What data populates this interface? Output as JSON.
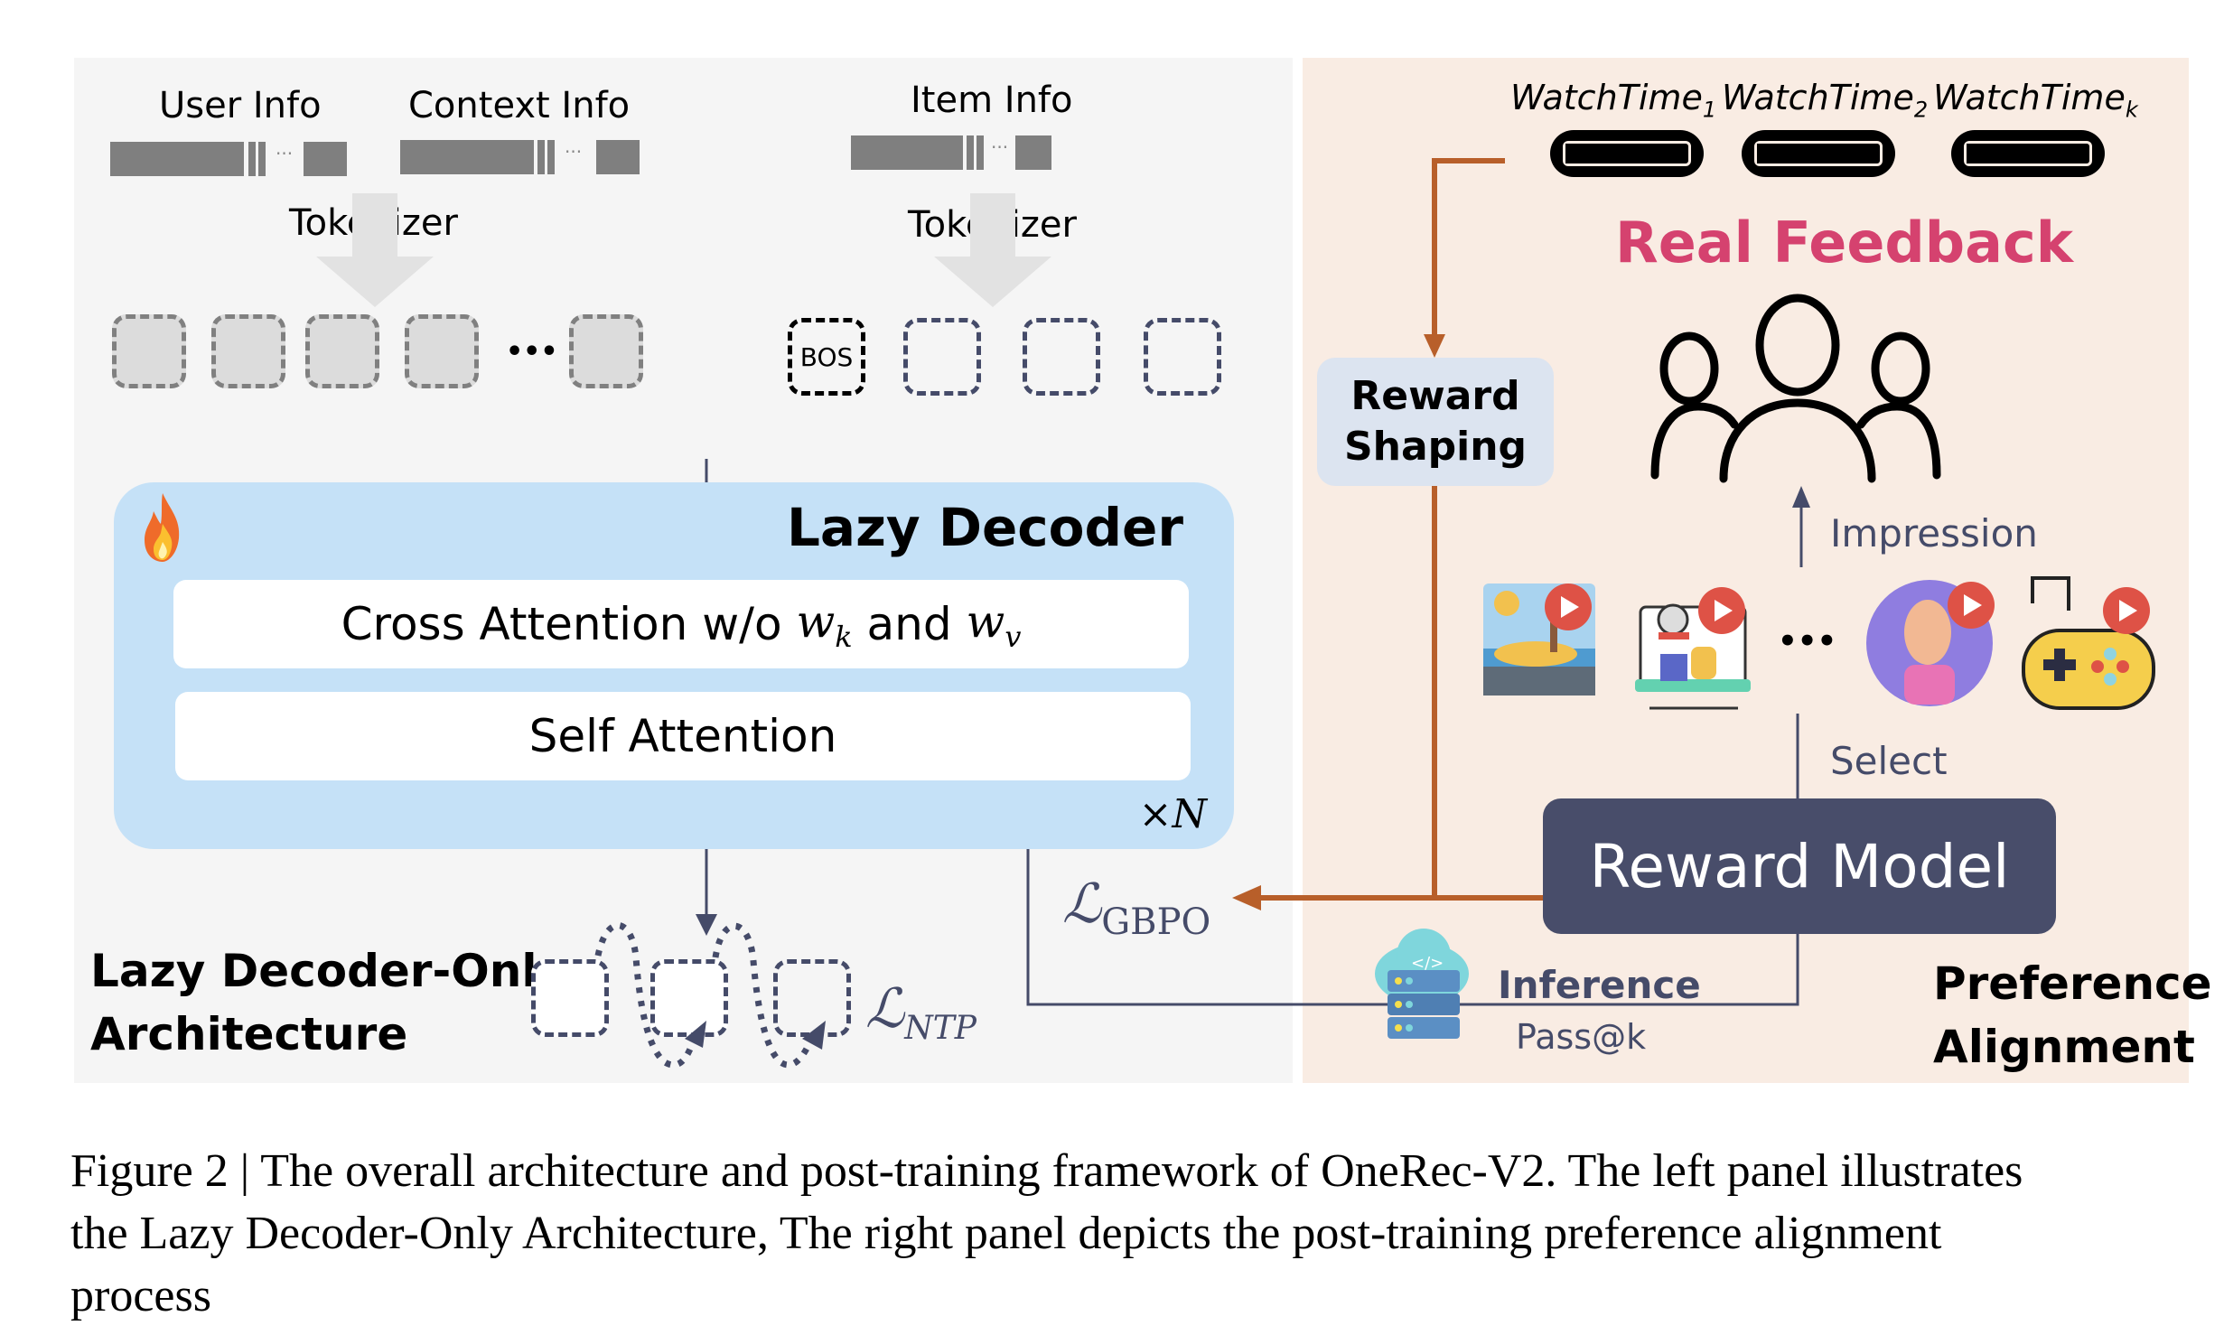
{
  "left_panel": {
    "inputs": {
      "user_info": "User Info",
      "context_info": "Context Info",
      "item_info": "Item Info",
      "tokenizer_1": "Tokenizer",
      "tokenizer_2": "Tokenizer",
      "ellipsis_small": "...",
      "ellipsis_tokens": "•••",
      "bos_token": "BOS"
    },
    "lazy_decoder": {
      "title": "Lazy Decoder",
      "cross_attention_prefix": "Cross Attention w/o ",
      "cross_attention_wk": "w",
      "cross_attention_wk_sub": "k",
      "cross_attention_and": " and ",
      "cross_attention_wv": "w",
      "cross_attention_wv_sub": "v",
      "self_attention": "Self Attention",
      "repeat": "×N",
      "icon": "fire-icon"
    },
    "architecture_label_line1": "Lazy Decoder-Only",
    "architecture_label_line2": "Architecture",
    "loss_ntp": "ℒ",
    "loss_ntp_sub": "NTP",
    "loss_gbpo": "ℒ",
    "loss_gbpo_sub": "GBPO"
  },
  "right_panel": {
    "watch_times": [
      {
        "label": "WatchTime",
        "sub": "1",
        "fill": 0.75
      },
      {
        "label": "WatchTime",
        "sub": "2",
        "fill": 0.45
      },
      {
        "label": "WatchTime",
        "sub": "k",
        "fill": 0.95
      }
    ],
    "real_feedback": "Real Feedback",
    "reward_shaping_line1": "Reward",
    "reward_shaping_line2": "Shaping",
    "impression": "Impression",
    "select": "Select",
    "items_ellipsis": "•••",
    "reward_model": "Reward Model",
    "inference": "Inference",
    "pass_at_k": "Pass@k",
    "title_line1": "Preference",
    "title_line2": "Alignment",
    "video_icons": [
      "beach-video-icon",
      "chef-video-icon",
      "person-video-icon",
      "gamepad-video-icon"
    ]
  },
  "caption": {
    "line1": "Figure 2 | The overall architecture and post-training framework of OneRec-V2.  The left panel illustrates",
    "line2": "the Lazy Decoder-Only Architecture, The right panel depicts the post-training preference alignment",
    "line3": "process"
  },
  "colors": {
    "left_bg": "#f5f5f5",
    "right_bg": "#f9ece3",
    "decoder_bg": "#c5e1f7",
    "navy": "#454b69",
    "orange": "#b85f2a",
    "pink": "#d5426f",
    "reward_shaping_bg": "#dce4f0"
  }
}
